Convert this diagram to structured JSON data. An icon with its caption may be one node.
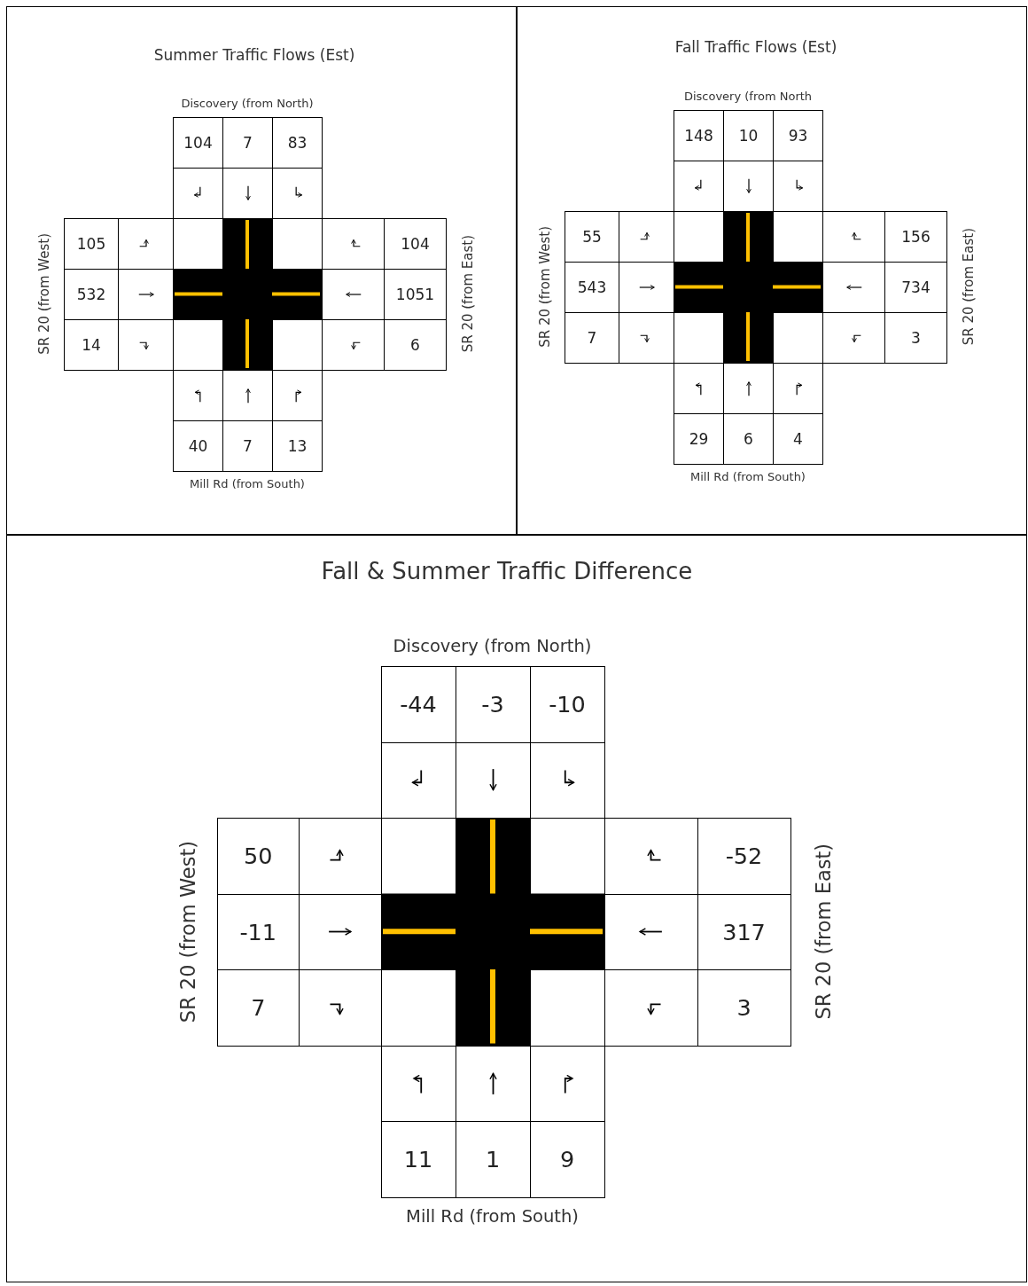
{
  "diagram": {
    "labels": [
      "Summer Traffic Flows (Est)",
      "Discovery (from North)",
      "104",
      "7",
      "83",
      "SR 20 (from West)",
      "105",
      "104",
      "532",
      "1051",
      "14",
      "6",
      "SR 20 (from East)",
      "40",
      "7",
      "13",
      "Mill Rd (from South)",
      "Fall Traffic Flows (Est)",
      "Discovery (from North",
      "148",
      "10",
      "93",
      "SR 20 (from West)",
      "55",
      "156",
      "543",
      "734",
      "7",
      "3",
      "SR 20 (from East)",
      "29",
      "6",
      "4",
      "Mill Rd (from South)",
      "Fall & Summer Traffic Difference",
      "Discovery (from North)",
      "-44",
      "-3",
      "-10",
      "SR 20 (from West)",
      "50",
      "-52",
      "-11",
      "317",
      "7",
      "3",
      "SR 20 (from East)",
      "11",
      "1",
      "9",
      "Mill Rd (from South)"
    ]
  }
}
